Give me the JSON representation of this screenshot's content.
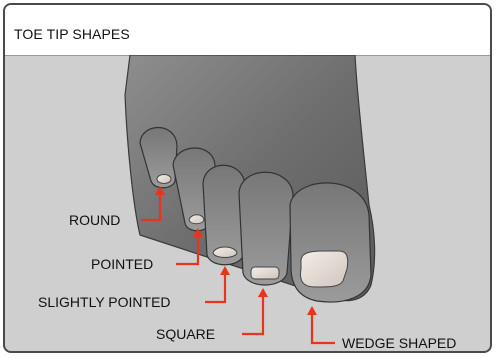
{
  "panel": {
    "title": "TOE TIP SHAPES"
  },
  "labels": {
    "round": "ROUND",
    "pointed": "POINTED",
    "slightly_pointed": "SLIGHTLY POINTED",
    "square": "SQUARE",
    "wedge_shaped": "WEDGE SHAPED"
  },
  "colors": {
    "callout_arrow": "#e8341f",
    "background": "#cfcfcf",
    "border": "#4a4a4a"
  }
}
